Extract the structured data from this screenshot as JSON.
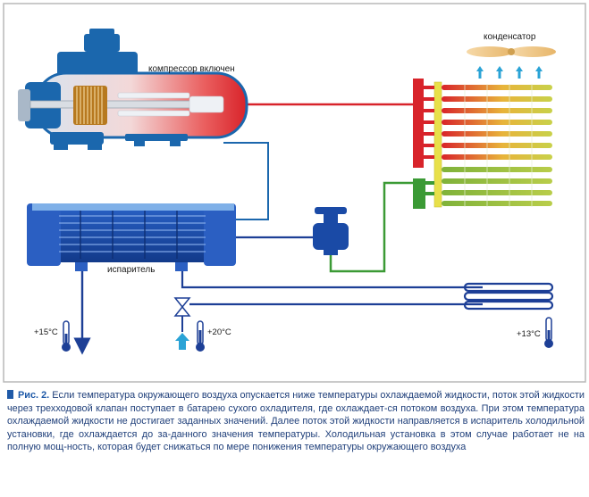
{
  "diagram": {
    "labels": {
      "compressor": "компрессор включен",
      "condenser": "конденсатор",
      "evaporator": "испаритель",
      "temp_left": "+15°С",
      "temp_mid": "+20°С",
      "temp_right": "+13°С"
    },
    "colors": {
      "frame": "#b9b9b9",
      "refrigerant_hot": "#d8232a",
      "refrigerant_liquid": "#3b9a35",
      "water_pipe": "#1d3f96",
      "evaporator_body": "#1e4fb4",
      "compressor_body": "#1b67ad",
      "air_arrow": "#2aa3d6",
      "condenser_header": "#e8e04a"
    }
  },
  "caption": {
    "lead": "Рис. 2.",
    "text": "Если температура окружающего воздуха опускается ниже температуры охлаждаемой жидкости, поток этой жидкости через трехходовой клапан поступает в батарею сухого охладителя, где охлаждает-ся потоком воздуха. При этом температура охлаждаемой жидкости не достигает заданных значений. Далее поток этой жидкости направляется в испаритель холодильной установки, где охлаждается до за-данного значения температуры. Холодильная установка в этом случае работает не на полную мощ-ность, которая будет снижаться по мере понижения температуры окружающего воздуха"
  }
}
